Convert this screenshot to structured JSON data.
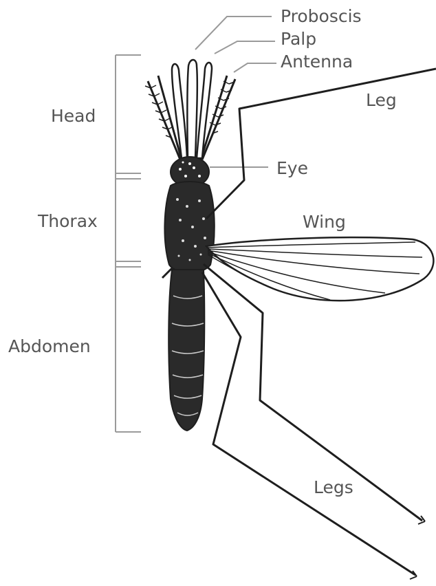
{
  "labels": {
    "proboscis": "Proboscis",
    "palp": "Palp",
    "antenna": "Antenna",
    "leg": "Leg",
    "eye": "Eye",
    "wing": "Wing",
    "head": "Head",
    "thorax": "Thorax",
    "abdomen": "Abdomen",
    "legs": "Legs"
  },
  "colors": {
    "label_text": "#555555",
    "leader_line": "#9a9a9a",
    "ink": "#1e1e1e",
    "background": "#ffffff"
  }
}
